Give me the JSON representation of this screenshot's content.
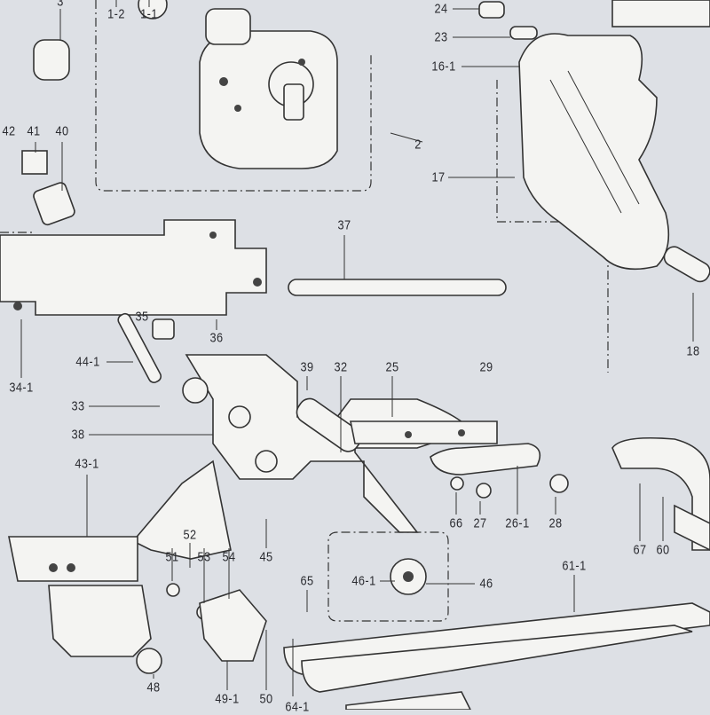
{
  "diagram": {
    "title": "Sewing machine parts exploded diagram",
    "part_labels": [
      "3",
      "1-2",
      "1-1",
      "24",
      "23",
      "16-1",
      "2",
      "17",
      "42",
      "41",
      "40",
      "37",
      "35",
      "36",
      "34-1",
      "44-1",
      "39",
      "32",
      "25",
      "29",
      "33",
      "38",
      "18",
      "43-1",
      "66",
      "27",
      "26-1",
      "28",
      "67",
      "60",
      "52",
      "51",
      "53",
      "54",
      "45",
      "65",
      "46-1",
      "46",
      "61-1",
      "48",
      "49-1",
      "50",
      "64-1"
    ]
  }
}
